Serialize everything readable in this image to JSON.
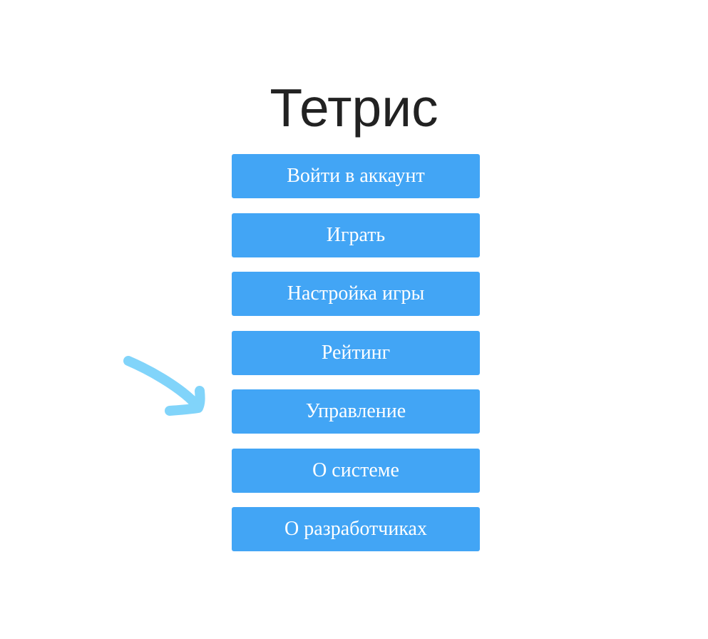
{
  "app": {
    "title": "Тетрис"
  },
  "menu": {
    "items": [
      {
        "id": "login",
        "label": "Войти в аккаунт"
      },
      {
        "id": "play",
        "label": "Играть"
      },
      {
        "id": "settings",
        "label": "Настройка игры"
      },
      {
        "id": "rating",
        "label": "Рейтинг"
      },
      {
        "id": "controls",
        "label": "Управление"
      },
      {
        "id": "about-system",
        "label": "О системе"
      },
      {
        "id": "about-developers",
        "label": "О разработчиках"
      }
    ]
  },
  "annotation": {
    "icon": "pointer-arrow-icon",
    "color": "#81d4fa",
    "points_to": "controls"
  },
  "colors": {
    "button_bg": "#42a5f5",
    "button_text": "#ffffff",
    "title_text": "#222222",
    "background": "#ffffff"
  }
}
